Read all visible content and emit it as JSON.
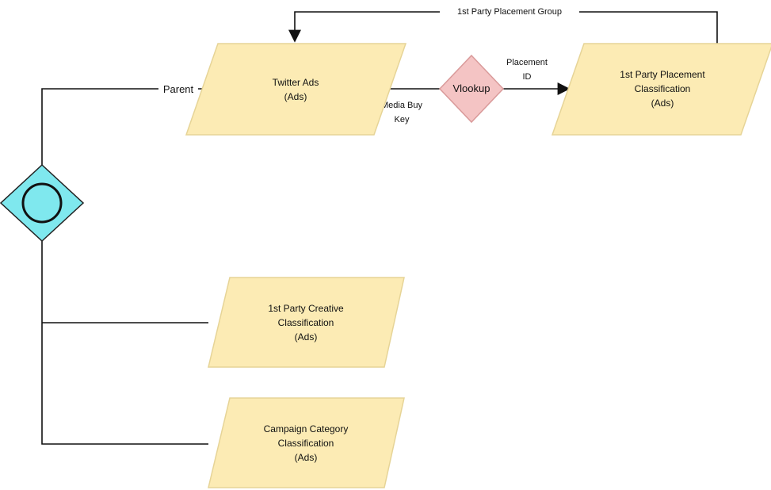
{
  "nodes": {
    "twitter_ads": {
      "line1": "Twitter Ads",
      "line2": "(Ads)"
    },
    "vlookup": {
      "label": "Vlookup"
    },
    "placement": {
      "line1": "1st Party Placement",
      "line2": "Classification",
      "line3": "(Ads)"
    },
    "creative": {
      "line1": "1st Party Creative",
      "line2": "Classification",
      "line3": "(Ads)"
    },
    "campaign": {
      "line1": "Campaign Category",
      "line2": "Classification",
      "line3": "(Ads)"
    }
  },
  "edges": {
    "group": "1st Party Placement Group",
    "parent": "Parent",
    "media_buy_1": "Media Buy",
    "media_buy_2": "Key",
    "placement_id_1": "Placement",
    "placement_id_2": "ID"
  },
  "colors": {
    "shape_fill": "#fcebb4",
    "vlookup_fill": "#f4c4c4",
    "gateway_fill": "#7fe8ee"
  }
}
